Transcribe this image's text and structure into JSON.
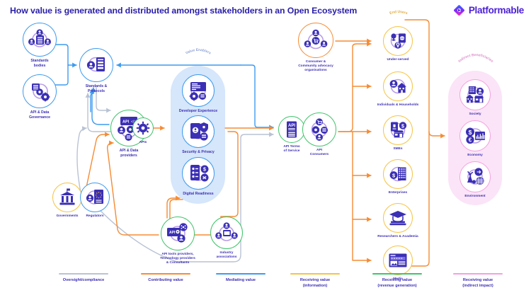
{
  "header": {
    "title": "How value is generated and distributed amongst stakeholders in an Open Ecosystem",
    "logo_text": "Platformable",
    "logo_icon": "diamond-logo-icon"
  },
  "colors": {
    "blue": "#3d9bef",
    "orange": "#f68b33",
    "grey": "#b9c2d4",
    "yellow": "#f6c343",
    "green": "#3fc46a",
    "pink": "#f49fe0",
    "indigo": "#3b2fb5",
    "violet": "#4a1fd6",
    "blob_blue": "#d6e6fb",
    "blob_pink": "#fbe4f7"
  },
  "groups": [
    {
      "id": "value-enablers",
      "label": "Value Enablers",
      "color": "#d6e6fb"
    },
    {
      "id": "end-users",
      "label": "End Users",
      "color": "#f6c343"
    },
    {
      "id": "indirect-beneficiaries",
      "label": "Indirect Beneficiaries",
      "color": "#fbe4f7"
    }
  ],
  "nodes": {
    "standards_bodies": {
      "label": "Standards\nbodies",
      "ring": "#3d9bef",
      "icon": "people-list-icon"
    },
    "api_data_governance": {
      "label": "API & Data\nGovernance",
      "ring": "#3d9bef",
      "icon": "governance-gear-icon"
    },
    "standards_protocols": {
      "label": "Standards &\nProtocols",
      "ring": "#3d9bef",
      "icon": "server-document-icon"
    },
    "api_data_providers": {
      "label": "API & Data\nproviders",
      "ring": "#3fc46a",
      "icon": "api-code-people-icon"
    },
    "apis": {
      "label": "APIs",
      "ring": "#3fc46a",
      "icon": "gear-icon"
    },
    "governments": {
      "label": "Governments",
      "ring": "#f6c343",
      "icon": "government-building-icon"
    },
    "regulators": {
      "label": "Regulators",
      "ring": "#3d9bef",
      "icon": "regulation-document-icon"
    },
    "developer_experience": {
      "label": "Developer Experience",
      "ring": "#3d9bef",
      "icon": "developer-portal-icon"
    },
    "security_privacy": {
      "label": "Security & Privacy",
      "ring": "#3d9bef",
      "icon": "shield-lock-icon"
    },
    "digital_readiness": {
      "label": "Digital Readiness",
      "ring": "#3d9bef",
      "icon": "checklist-money-icon"
    },
    "api_tools_providers": {
      "label": "API tools providers,\nTechnology providers\n& Consultants",
      "ring": "#3fc46a",
      "icon": "api-tools-icon"
    },
    "industry_associations": {
      "label": "Industry\nassociations",
      "ring": "#3fc46a",
      "icon": "association-people-icon"
    },
    "consumer_advocacy": {
      "label": "Consumer &\nCommunity advocacy\norganisations",
      "ring": "#f68b33",
      "icon": "advocacy-people-icon"
    },
    "api_terms_of_service": {
      "label": "API Terms\nof Service",
      "ring": "#3fc46a",
      "icon": "terms-document-icon"
    },
    "api_consumers": {
      "label": "API\nConsumers",
      "ring": "#3fc46a",
      "icon": "consumer-cart-icon"
    },
    "under_served": {
      "label": "Under-served",
      "ring": "#f6c343",
      "icon": "underserved-people-icon"
    },
    "individuals_households": {
      "label": "Individuals & Households",
      "ring": "#f6c343",
      "icon": "house-person-icon"
    },
    "smes": {
      "label": "SMEs",
      "ring": "#f6c343",
      "icon": "small-shop-icon"
    },
    "enterprises": {
      "label": "Enterprises",
      "ring": "#f6c343",
      "icon": "office-money-icon"
    },
    "researchers_academia": {
      "label": "Researchers & Academia",
      "ring": "#f6c343",
      "icon": "graduation-books-icon"
    },
    "media": {
      "label": "Media",
      "ring": "#f6c343",
      "icon": "newspaper-icon"
    },
    "society": {
      "label": "Society",
      "ring": "#f49fe0",
      "icon": "community-buildings-icon"
    },
    "economy": {
      "label": "Economy",
      "ring": "#f49fe0",
      "icon": "currency-chart-icon"
    },
    "environment": {
      "label": "Environment",
      "ring": "#f49fe0",
      "icon": "windmill-nature-icon"
    }
  },
  "legend": [
    {
      "id": "oversight",
      "label": "Oversight/compliance",
      "color": "#b9c2d4"
    },
    {
      "id": "contributing",
      "label": "Contributing value",
      "color": "#f68b33"
    },
    {
      "id": "mediating",
      "label": "Mediating value",
      "color": "#3d9bef"
    },
    {
      "id": "info",
      "label": "Receiving value\n(information)",
      "color": "#f6c343"
    },
    {
      "id": "revenue",
      "label": "Receiving value\n(revenue generation)",
      "color": "#3fc46a"
    },
    {
      "id": "indirect",
      "label": "Receiving value\n(indirect impact)",
      "color": "#f49fe0"
    }
  ]
}
